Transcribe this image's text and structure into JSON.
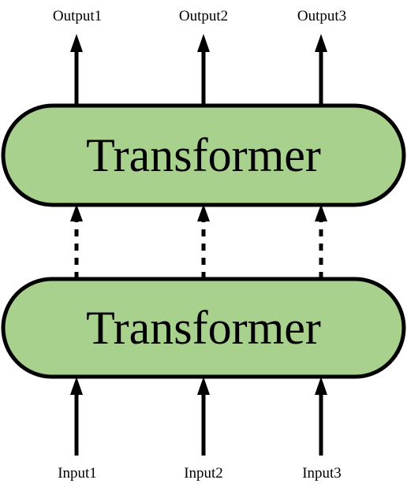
{
  "colors": {
    "block_fill": "#a9d18e",
    "block_stroke": "#000000",
    "arrow": "#000000",
    "text": "#000000"
  },
  "blocks": {
    "top": {
      "label": "Transformer"
    },
    "bottom": {
      "label": "Transformer"
    }
  },
  "outputs": [
    "Output1",
    "Output2",
    "Output3"
  ],
  "inputs": [
    "Input1",
    "Input2",
    "Input3"
  ],
  "connections": {
    "between_blocks": "dashed-arrow",
    "input_to_block": "solid-arrow",
    "block_to_output": "solid-arrow"
  }
}
